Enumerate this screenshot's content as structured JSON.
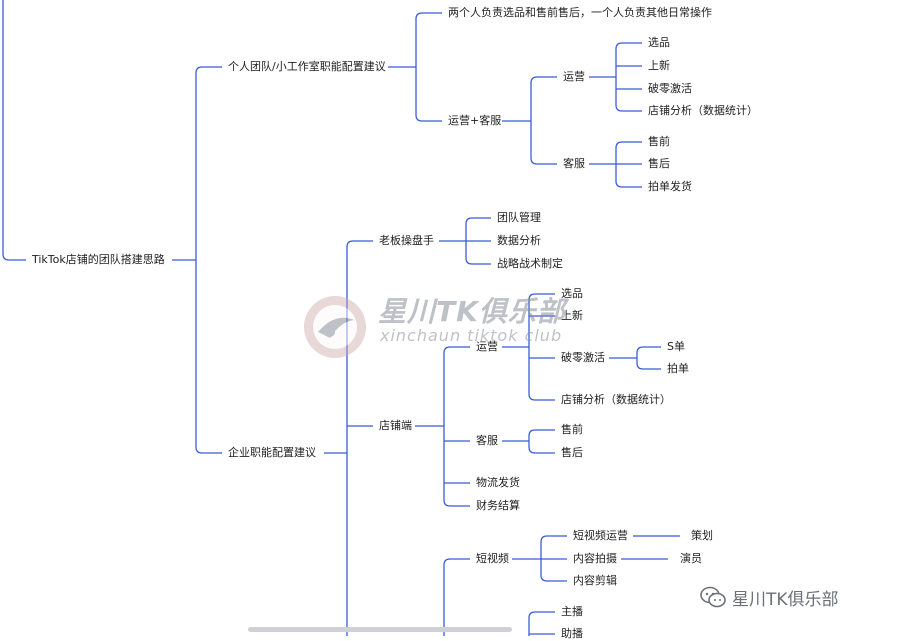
{
  "mindmap": {
    "root": "TikTok店铺的团队搭建思路",
    "personal": {
      "label": "个人团队/小工作室职能配置建议",
      "two_person": "两个人负责选品和售前售后，一个人负责其他日常操作",
      "ops_service": "运营+客服",
      "ops": {
        "label": "运营",
        "items": [
          "选品",
          "上新",
          "破零激活",
          "店铺分析（数据统计）"
        ]
      },
      "service": {
        "label": "客服",
        "items": [
          "售前",
          "售后",
          "拍单发货"
        ]
      }
    },
    "enterprise": {
      "label": "企业职能配置建议",
      "boss": {
        "label": "老板操盘手",
        "items": [
          "团队管理",
          "数据分析",
          "战略战术制定"
        ]
      },
      "store": {
        "label": "店铺端",
        "ops": {
          "label": "运营",
          "select": "选品",
          "new": "上新",
          "activate": {
            "label": "破零激活",
            "items": [
              "S单",
              "拍单"
            ]
          },
          "analysis": "店铺分析（数据统计）"
        },
        "service": {
          "label": "客服",
          "items": [
            "售前",
            "售后"
          ]
        },
        "logistics": "物流发货",
        "finance": "财务结算"
      },
      "video": {
        "label": "短视频",
        "ops": {
          "label": "短视频运营",
          "child": "策划"
        },
        "shoot": {
          "label": "内容拍摄",
          "child": "演员"
        },
        "edit": "内容剪辑"
      },
      "live": {
        "items": [
          "主播",
          "助播"
        ]
      }
    }
  },
  "watermark": {
    "title": "星川TK俱乐部",
    "subtitle": "xinchaun tiktok club"
  },
  "badge": {
    "label": "星川TK俱乐部"
  },
  "colors": {
    "line": "#3b5bdb",
    "text": "#1f1f1f"
  }
}
